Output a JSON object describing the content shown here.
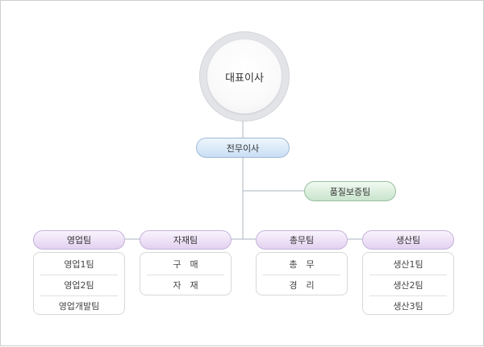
{
  "ceo": {
    "label": "대표이사"
  },
  "executive": {
    "label": "전무이사"
  },
  "quality": {
    "label": "품질보증팀"
  },
  "teams": [
    {
      "label": "영업팀",
      "members": [
        "영업1팀",
        "영업2팀",
        "영업개발팀"
      ]
    },
    {
      "label": "자재팀",
      "members": [
        "구　매",
        "자　재"
      ]
    },
    {
      "label": "총무팀",
      "members": [
        "총　무",
        "경　리"
      ]
    },
    {
      "label": "생산팀",
      "members": [
        "생산1팀",
        "생산2팀",
        "생산3팀"
      ]
    }
  ],
  "colors": {
    "line": "#a9b4c2",
    "executive": "#c9def4",
    "quality": "#c8e4cc",
    "team": "#e2d1f0"
  }
}
